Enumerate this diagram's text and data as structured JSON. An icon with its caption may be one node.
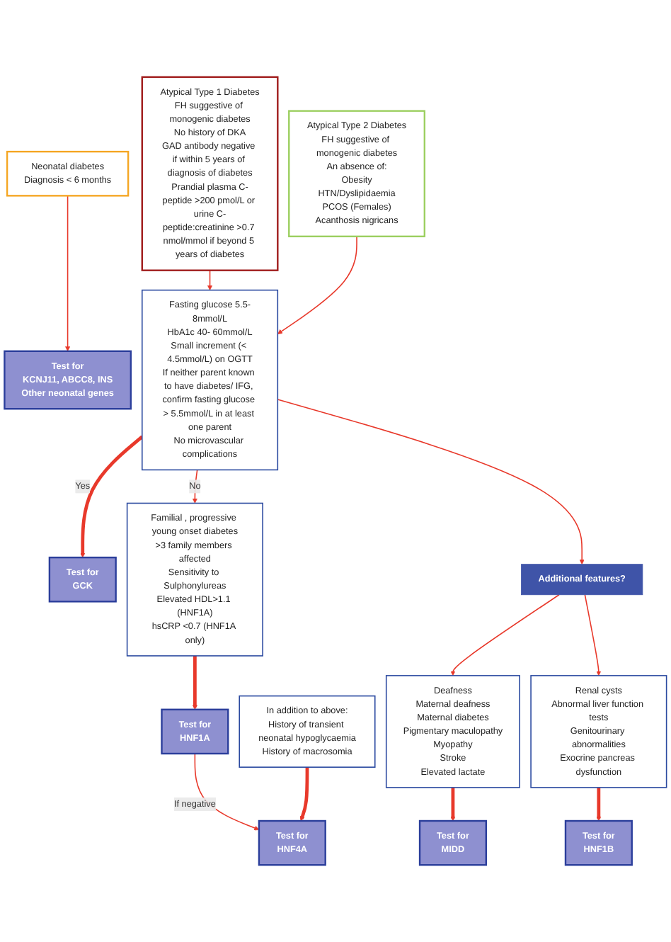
{
  "diagram": {
    "nodes": [
      {
        "text": [
          "Neonatal diabetes",
          "Diagnosis < 6 months"
        ]
      },
      {
        "text": [
          "Atypical Type 1 Diabetes",
          "FH suggestive of monogenic diabetes",
          "No history of DKA",
          "GAD antibody negative if within 5 years of diagnosis of diabetes",
          "Prandial plasma C-peptide >200 pmol/L or urine C-peptide:creatinine >0.7 nmol/mmol if beyond 5 years of diabetes"
        ]
      },
      {
        "text": [
          "Atypical Type 2 Diabetes",
          "FH suggestive of monogenic diabetes",
          "An absence of:",
          "Obesity",
          "HTN/Dyslipidaemia",
          "PCOS (Females)",
          "Acanthosis nigricans"
        ]
      },
      {
        "text": [
          "Test for",
          "KCNJ11, ABCC8, INS",
          "Other neonatal genes"
        ]
      },
      {
        "text": [
          "Fasting glucose 5.5-8mmol/L",
          "HbA1c 40- 60mmol/L",
          "Small increment (< 4.5mmol/L) on OGTT",
          "If neither parent known to have diabetes/ IFG, confirm fasting glucose > 5.5mmol/L in at least one parent",
          "No microvascular complications"
        ]
      },
      {
        "text": [
          "Test for",
          "GCK"
        ]
      },
      {
        "text": [
          "Familial , progressive young onset diabetes",
          ">3 family members affected",
          "Sensitivity to Sulphonylureas",
          "Elevated HDL>1.1 (HNF1A)",
          "hsCRP <0.7 (HNF1A only)"
        ]
      },
      {
        "text": [
          "In addition to above:",
          "History of transient neonatal hypoglycaemia",
          "History of macrosomia"
        ]
      },
      {
        "text": [
          "Test for",
          "HNF1A"
        ]
      },
      {
        "text": [
          "Additional features?"
        ]
      },
      {
        "text": [
          "Deafness",
          "Maternal deafness",
          "Maternal diabetes",
          "Pigmentary maculopathy",
          "Myopathy",
          "Stroke",
          "Elevated lactate"
        ]
      },
      {
        "text": [
          "Renal cysts",
          "Abnormal liver function tests",
          "Genitourinary abnormalities",
          "Exocrine pancreas dysfunction"
        ]
      },
      {
        "text": [
          "Test for",
          "HNF4A"
        ]
      },
      {
        "text": [
          "Test for",
          "MIDD"
        ]
      },
      {
        "text": [
          "Test for",
          "HNF1B"
        ]
      }
    ],
    "edges": [
      {
        "from": 0,
        "to": 3,
        "arrow": "to"
      },
      {
        "from": 1,
        "to": 4,
        "arrow": "to"
      },
      {
        "from": 2,
        "to": 4,
        "arrow": "to"
      },
      {
        "from": 4,
        "to": 5,
        "arrow": "to",
        "label": "Yes",
        "style": "thick"
      },
      {
        "from": 4,
        "to": 6,
        "arrow": "to",
        "label": "No"
      },
      {
        "from": 4,
        "to": 9,
        "arrow": "to"
      },
      {
        "from": 6,
        "to": 8,
        "arrow": "to",
        "style": "thick"
      },
      {
        "from": 8,
        "to": 12,
        "arrow": "to",
        "label": "If negative"
      },
      {
        "from": 7,
        "to": 12,
        "arrow": "to",
        "style": "thick"
      },
      {
        "from": 9,
        "to": 10,
        "arrow": "to"
      },
      {
        "from": 9,
        "to": 11,
        "arrow": "to"
      },
      {
        "from": 10,
        "to": 13,
        "arrow": "to",
        "style": "thick"
      },
      {
        "from": 11,
        "to": 14,
        "arrow": "to",
        "style": "thick"
      }
    ]
  }
}
